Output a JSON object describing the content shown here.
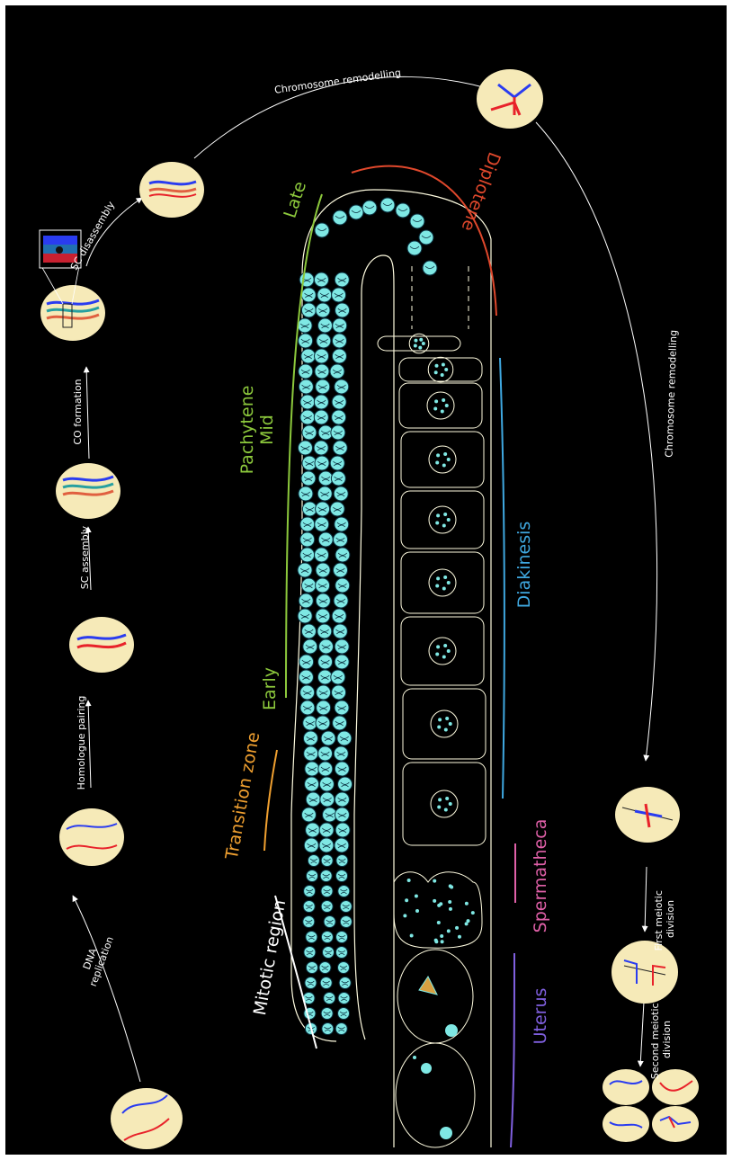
{
  "meiosis_steps": {
    "dna_replication": [
      "DNA",
      "replication"
    ],
    "homologue_pairing": "Homologue pairing",
    "sc_assembly": "SC assembly",
    "co_formation": "CO formation",
    "sc_disassembly": "SC disassembly",
    "chromosome_remodelling_top": "Chromosome remodelling",
    "chromosome_remodelling_right": "Chromosome remodelling",
    "first_meiotic_division": [
      "First meiotic",
      "division"
    ],
    "second_meiotic_division": [
      "Second meiotic",
      "division"
    ]
  },
  "gonad_regions": {
    "mitotic_region": "Mitotic region",
    "transition_zone": "Transition zone",
    "pachytene_early": "Early",
    "pachytene": "Pachytene",
    "pachytene_mid": "Mid",
    "pachytene_late": "Late",
    "diplotene": "Diplotene",
    "diakinesis": "Diakinesis",
    "spermatheca": "Spermatheca",
    "uterus": "Uterus"
  },
  "colors": {
    "background": "#000000",
    "nucleus_fill": "#f6eab8",
    "germ_nuclei": "#7fe8e4",
    "gonad_outline": "#fffce0",
    "chromosome_blue": "#2a3cf0",
    "chromosome_red": "#e8222a",
    "mitotic_region": "#ffffff",
    "transition_zone": "#f0a030",
    "pachytene": "#8cc83c",
    "diplotene": "#e0482c",
    "diakinesis": "#3fa8e0",
    "spermatheca": "#e060a8",
    "uterus": "#8060e0"
  },
  "icons": [
    "arrow-icon",
    "chromosome-pair-icon",
    "germ-nucleus-icon",
    "oocyte-icon"
  ]
}
